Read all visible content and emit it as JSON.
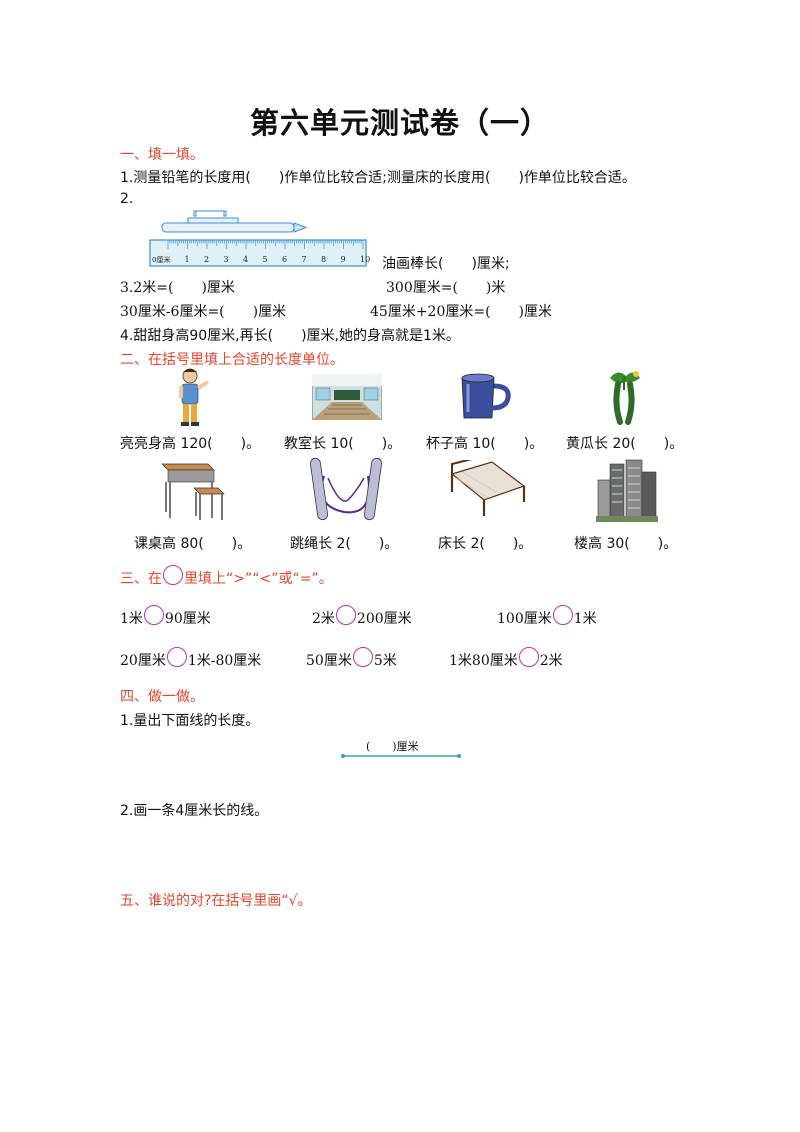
{
  "title": "第六单元测试卷（一）",
  "sec1": {
    "heading": "一、填一填。",
    "q1": "1.测量铅笔的长度用(　　)作单位比较合适;测量床的长度用(　　)作单位比较合适。",
    "q2": "2.",
    "ruler_unit": "0厘米",
    "ruler_ticks": [
      "1",
      "2",
      "3",
      "4",
      "5",
      "6",
      "7",
      "8",
      "9",
      "10"
    ],
    "q2_text": "油画棒长(　　)厘米;",
    "q3a": "3.2米=(　　)厘米",
    "q3b": "300厘米=(　　)米",
    "q3c": "30厘米-6厘米=(　　)厘米",
    "q3d": "45厘米+20厘米=(　　)厘米",
    "q4": "4.甜甜身高90厘米,再长(　　)厘米,她的身高就是1米。"
  },
  "sec2": {
    "heading": "二、在括号里填上合适的长度单位。",
    "row1": [
      "亮亮身高 120(　　)。",
      "教室长 10(　　)。",
      "杯子高 10(　　)。",
      "黄瓜长 20(　　)。"
    ],
    "row2": [
      "课桌高 80(　　)。",
      "跳绳长 2(　　)。",
      "床长 2(　　)。",
      "楼高 30(　　)。"
    ]
  },
  "sec3": {
    "heading_pre": "三、在",
    "heading_post": "里填上“>”“<”或“=”。",
    "items": [
      {
        "left": "1米",
        "right": "90厘米"
      },
      {
        "left": "2米",
        "right": "200厘米"
      },
      {
        "left": "100厘米",
        "right": "1米"
      },
      {
        "left": "20厘米",
        "right": "1米-80厘米"
      },
      {
        "left": "50厘米",
        "right": "5米"
      },
      {
        "left": "1米80厘米",
        "right": "2米"
      }
    ]
  },
  "sec4": {
    "heading": "四、做一做。",
    "q1": "1.量出下面线的长度。",
    "line_label": "(　　)厘米",
    "q2": "2.画一条4厘米长的线。"
  },
  "sec5": {
    "heading": "五、谁说的对?在括号里画“√。"
  },
  "colors": {
    "section": "#e8452c",
    "circle": "#c2349b",
    "line": "#3aa7a0"
  }
}
